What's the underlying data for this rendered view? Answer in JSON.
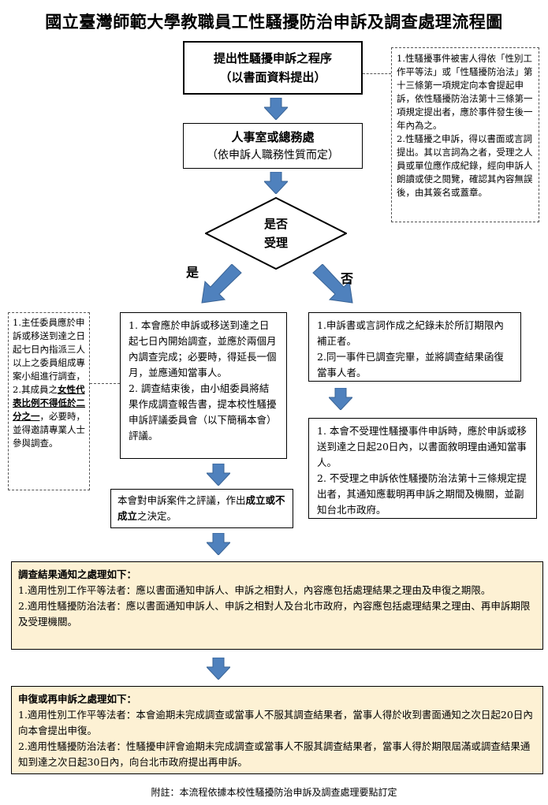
{
  "title": "國立臺灣師範大學教職員工性騷擾防治申訴及調查處理流程圖",
  "submit_box": {
    "line1": "提出性騷擾申訴之程序",
    "line2": "（以書面資料提出）"
  },
  "personnel_box": {
    "line1": "人事室或總務處",
    "line2": "（依申訴人職務性質而定）"
  },
  "note_top": [
    "1.性騷擾事件被害人得依「性別工作平等法」或「性騷擾防治法」第十三條第一項規定向本會提起申訴，依性騷擾防治法第十三條第一項規定提出者，應於事件發生後一年內為之。",
    "2.性騷擾之申訴，得以書面或言詞提出。其以言詞為之者，受理之人員或單位應作成紀錄，經向申訴人朗讀或使之閱覽，確認其內容無誤後，由其簽名或蓋章。"
  ],
  "decision": {
    "line1": "是否",
    "line2": "受理"
  },
  "yes_label": "是",
  "no_label": "否",
  "note_left": {
    "item1": "1.主任委員應於申訴或移送到達之日起七日內指派三人以上之委員組成專案小組進行調查，",
    "item2_prefix": "2.其成員之",
    "item2_emph": "女性代表比例不得低於二分之一",
    "item2_suffix": "，必要時，並得邀請專業人士參與調查。"
  },
  "yes_box": [
    "1. 本會應於申訴或移送到達之日起七日內開始調查，並應於兩個月內調查完成；必要時，得延長一個月，並應通知當事人。",
    "2. 調查結束後，由小組委員將結果作成調查報告書，提本校性騷擾申訴評議委員會（以下簡稱本會）評議。"
  ],
  "no_box1": [
    "1.申訴書或言詞作成之紀錄未於所訂期限內補正者。",
    "2.同一事件已調查完畢，並將調查結果函復當事人者。"
  ],
  "no_box2": [
    "1. 本會不受理性騷擾事件申訴時，應於申訴或移送到達之日起20日內，以書面敘明理由通知當事人。",
    "2. 不受理之申訴依性騷擾防治法第十三條規定提出者，其通知應載明再申訴之期間及機關，並副知台北市政府。"
  ],
  "decision_box": {
    "prefix": "本會對申訴案件之評議，作出",
    "emph": "成立或不成立",
    "suffix": "之決定。"
  },
  "result_box": {
    "heading": "調查結果通知之處理如下：",
    "items": [
      "1.適用性別工作平等法者：應以書面通知申訴人、申訴之相對人，內容應包括處理結果之理由及申復之期限。",
      "2.適用性騷擾防治法者：應以書面通知申訴人、申訴之相對人及台北市政府，內容應包括處理結果之理由、再申訴期限及受理機關。"
    ]
  },
  "appeal_box": {
    "heading": "申復或再申訴之處理如下：",
    "items": [
      "1.適用性別工作平等法者：本會逾期未完成調查或當事人不服其調查結果者，當事人得於收到書面通知之次日起20日內向本會提出申復。",
      "2.適用性騷擾防治法者：性騷擾申評會逾期未完成調查或當事人不服其調查結果者，當事人得於期限屆滿或調查結果通知到達之次日起30日內，向台北市政府提出再申訴。"
    ]
  },
  "footnote": "附註：本流程依據本校性騷擾防治申訴及調查處理要點訂定",
  "colors": {
    "arrow": "#4f81bd",
    "arrow_edge": "#3a6496",
    "highlight": "#fdf1d4"
  }
}
